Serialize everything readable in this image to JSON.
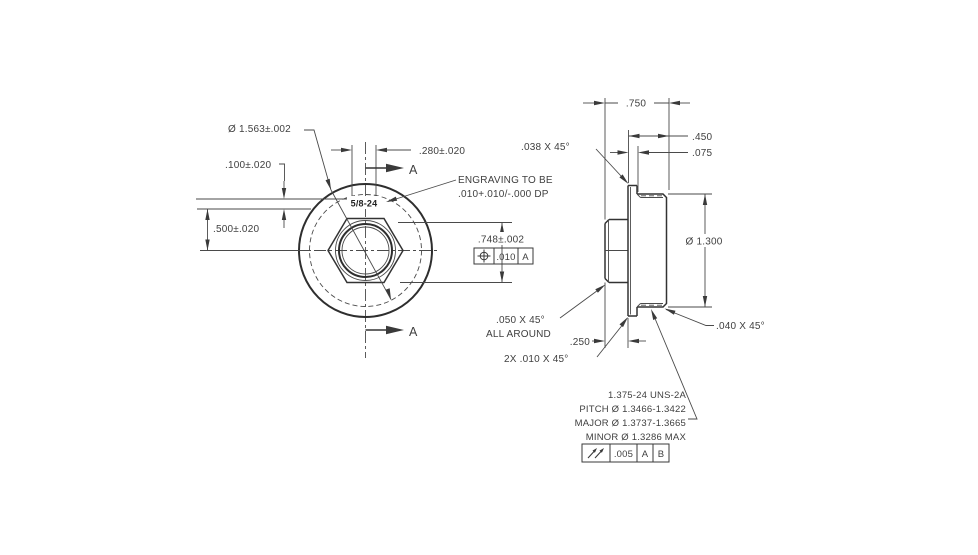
{
  "front_view": {
    "engraved_text": "5/8-24",
    "section_label_top": "A",
    "section_label_bottom": "A",
    "dims": {
      "outer_dia": "Ø 1.563±.002",
      "engraving_height": ".100±.020",
      "engraving_offset": ".500±.020",
      "engraving_length": ".280±.020",
      "hex_across_flats": ".748±.002"
    },
    "position_fcf": {
      "tolerance": ".010",
      "datum": "A"
    }
  },
  "notes": {
    "engraving_note_line1": "ENGRAVING TO BE",
    "engraving_note_line2": ".010+.010/-.000 DP"
  },
  "side_view": {
    "dims": {
      "overall_length": ".750",
      "thread_length": ".450",
      "flange_thickness": ".075",
      "flange_chamfer": ".038 X 45°",
      "body_dia": "Ø 1.300",
      "thread_end_chamfer": ".040 X 45°",
      "hex_chamfer": ".050 X 45°",
      "hex_chamfer_note": "ALL AROUND",
      "hex_height": ".250",
      "flange_edge_chamfer": "2X .010 X 45°"
    },
    "thread_note": [
      "1.375-24 UNS-2A",
      "PITCH Ø 1.3466-1.3422",
      "MAJOR Ø 1.3737-1.3665",
      "MINOR Ø 1.3286 MAX"
    ],
    "runout_fcf": {
      "tolerance": ".005",
      "datum_1": "A",
      "datum_2": "B"
    }
  }
}
